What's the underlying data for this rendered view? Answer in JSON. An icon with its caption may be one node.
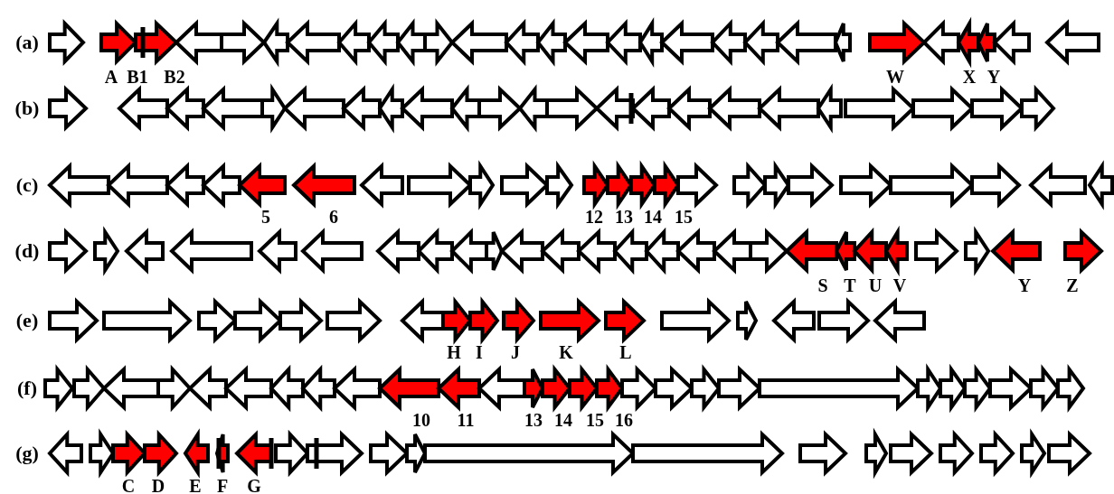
{
  "diagram": {
    "labels": [
      "(a)",
      "A",
      "B1",
      "B2",
      "W",
      "X",
      "Y",
      "(b)",
      "(c)",
      "5",
      "6",
      "12",
      "13",
      "14",
      "15",
      "(d)",
      "S",
      "T",
      "U",
      "V",
      "Y",
      "Z",
      "(e)",
      "H",
      "I",
      "J",
      "K",
      "L",
      "(f)",
      "10",
      "11",
      "13",
      "14",
      "15",
      "16",
      "(g)",
      "C",
      "D",
      "E",
      "F",
      "G"
    ]
  }
}
